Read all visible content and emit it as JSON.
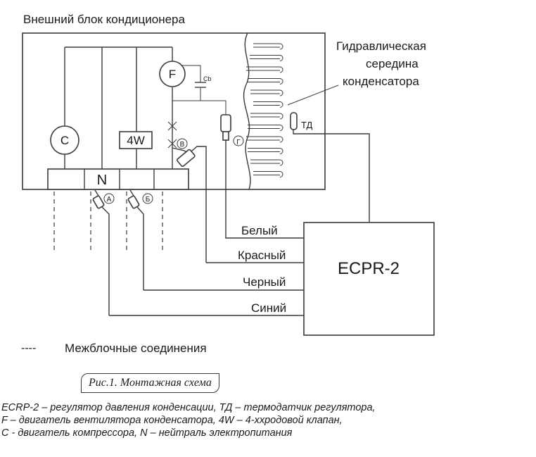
{
  "title": "Внешний блок кондиционера",
  "condenser_label": [
    "Гидравлическая",
    "середина",
    "конденсатора"
  ],
  "components": {
    "compressor": "C",
    "fan": "F",
    "valve_4w": "4W",
    "neutral": "N",
    "capacitor": "Cb",
    "sensor": "ТД",
    "regulator": "ECPR-2"
  },
  "connectors": [
    "А",
    "Б",
    "В",
    "Г"
  ],
  "wires": [
    "Белый",
    "Красный",
    "Черный",
    "Синий"
  ],
  "legend": {
    "symbol": "----",
    "text": "Межблочные соединения"
  },
  "figure_caption": "Рис.1.  Монтажная схема",
  "notes": [
    "ECRP-2 – регулятор давления конденсации, ТД – термодатчик регулятора,",
    "F – двигатель вентилятора конденсатора, 4W – 4-ххродовой клапан,",
    "C - двигатель компрессора, N – нейтраль электропитания"
  ]
}
